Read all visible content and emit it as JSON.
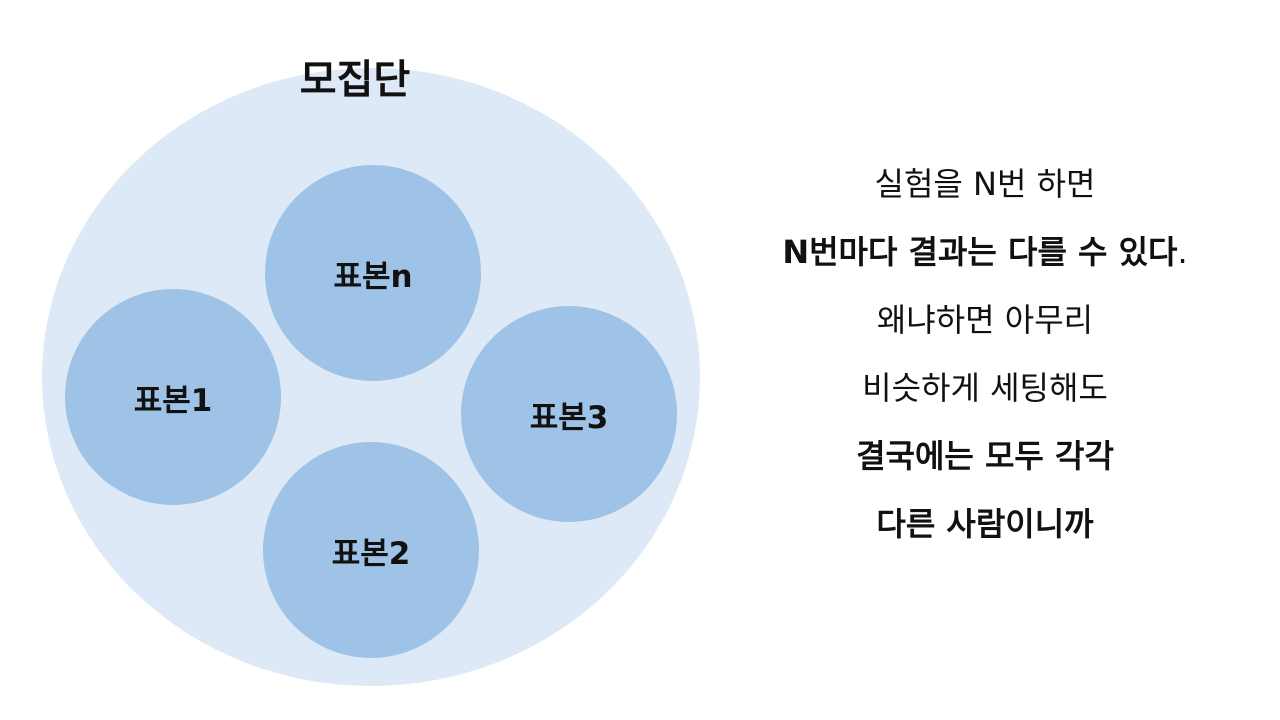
{
  "colors": {
    "population_fill": "#dde9f6",
    "sample_fill": "#9fc3e7",
    "text": "#111111"
  },
  "diagram": {
    "population_label": "모집단",
    "samples": [
      {
        "id": "n",
        "label": "표본n"
      },
      {
        "id": "1",
        "label": "표본1"
      },
      {
        "id": "3",
        "label": "표본3"
      },
      {
        "id": "2",
        "label": "표본2"
      }
    ]
  },
  "text": {
    "line1": "실험을 N번 하면",
    "line2": "N번마다 결과는 다를 수 있다",
    "line2_period": ".",
    "line3": "왜냐하면 아무리",
    "line4": "비슷하게 세팅해도",
    "line5": "결국에는 모두 각각",
    "line6": "다른 사람이니까"
  }
}
